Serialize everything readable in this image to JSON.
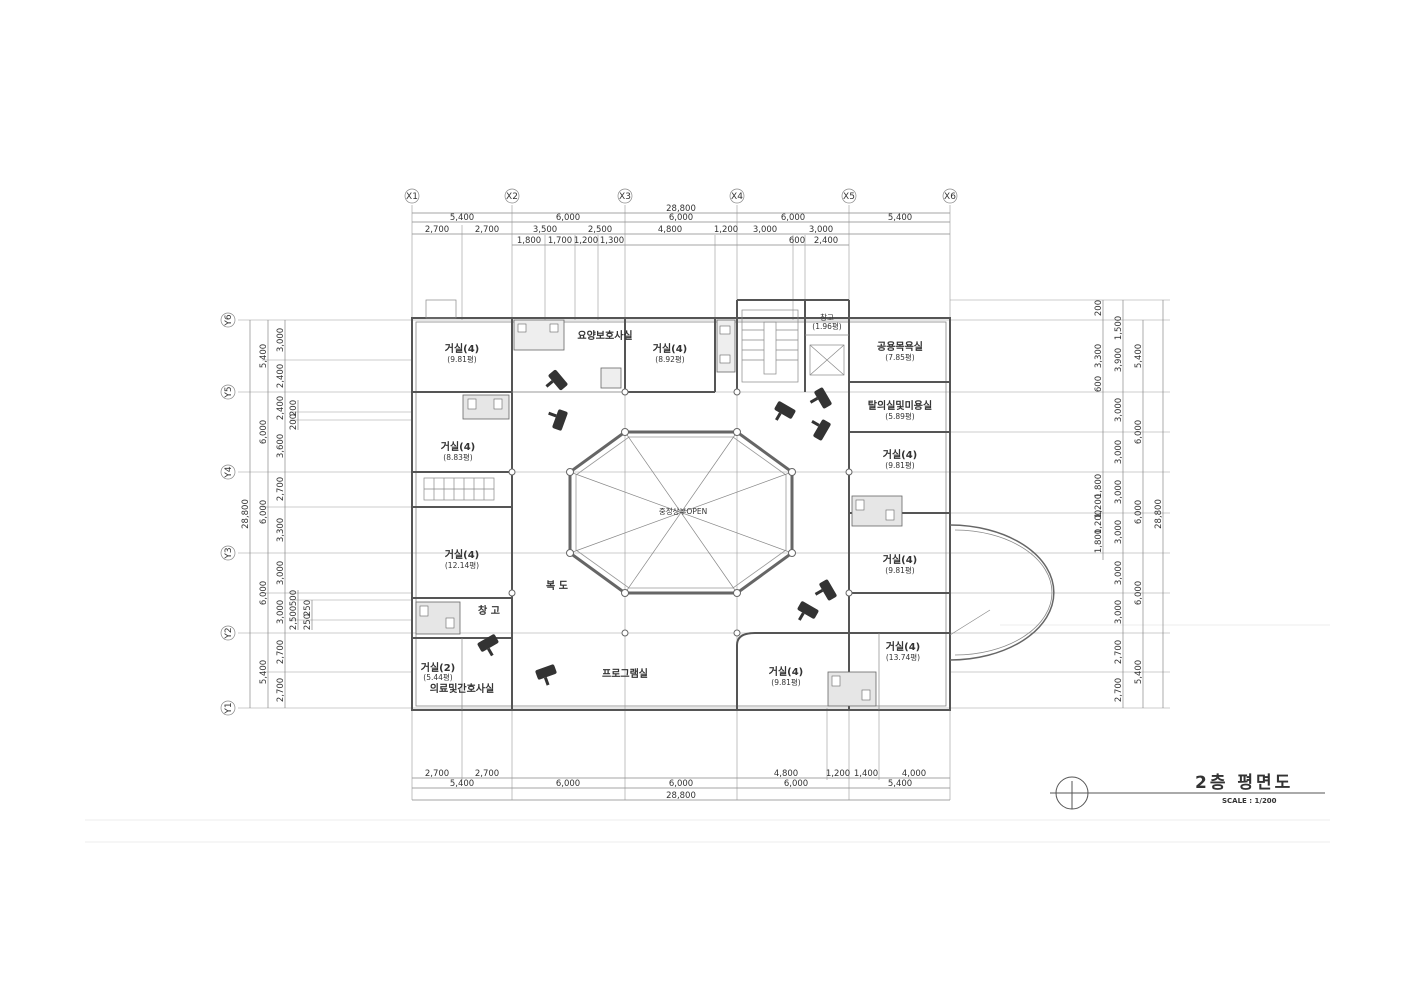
{
  "drawing": {
    "title": "2층 평면도",
    "scale": "SCALE : 1/200"
  },
  "grid": {
    "x_labels": [
      "X1",
      "X2",
      "X3",
      "X4",
      "X5",
      "X6"
    ],
    "y_labels": [
      "Y6",
      "Y5",
      "Y4",
      "Y3",
      "Y2",
      "Y1"
    ]
  },
  "dimensions": {
    "top_total": "28,800",
    "top_row1": [
      "5,400",
      "6,000",
      "6,000",
      "6,000",
      "5,400"
    ],
    "top_row2": [
      "2,700",
      "2,700",
      "3,500",
      "2,500",
      "4,800",
      "1,200",
      "3,000",
      "3,000"
    ],
    "top_row3": [
      "1,800",
      "1,700",
      "1,200",
      "1,300",
      "600",
      "2,400"
    ],
    "bottom_row1": [
      "2,700",
      "2,700",
      "4,800",
      "1,200",
      "1,400",
      "4,000"
    ],
    "bottom_row2": [
      "5,400",
      "6,000",
      "6,000",
      "6,000",
      "5,400"
    ],
    "bottom_total": "28,800",
    "left_total": "28,800",
    "left_row1": [
      "5,400",
      "6,000",
      "6,000",
      "6,000",
      "5,400"
    ],
    "left_row2": [
      "3,000",
      "2,400",
      "2,400",
      "3,600",
      "2,700",
      "3,300",
      "3,000",
      "3,000",
      "2,700",
      "2,700"
    ],
    "left_row3": [
      "200",
      "200",
      "500",
      "2,500",
      "250",
      "250"
    ],
    "right_total": "28,800",
    "right_row1": [
      "5,400",
      "6,000",
      "6,000",
      "6,000",
      "5,400"
    ],
    "right_row2": [
      "1,500",
      "3,900",
      "3,000",
      "3,000",
      "3,000",
      "3,000",
      "3,000",
      "3,000",
      "2,700",
      "2,700"
    ],
    "right_row3": [
      "200",
      "3,300",
      "600",
      "1,800",
      "1,200",
      "1,200",
      "1,800"
    ]
  },
  "rooms": {
    "r1": {
      "name": "거실(4)",
      "area": "(9.81평)"
    },
    "r2": {
      "name": "요양보호사실"
    },
    "r3": {
      "name": "거실(4)",
      "area": "(8.92평)"
    },
    "r4": {
      "name": "창고",
      "area": "(1.96평)"
    },
    "r5": {
      "name": "공용목욕실",
      "area": "(7.85평)"
    },
    "r6": {
      "name": "탈의실및미용실",
      "area": "(5.89평)"
    },
    "r7": {
      "name": "거실(4)",
      "area": "(8.83평)"
    },
    "r8": {
      "name": "거실(4)",
      "area": "(9.81평)"
    },
    "r9": {
      "name": "중정상부OPEN"
    },
    "r10": {
      "name": "거실(4)",
      "area": "(12.14평)"
    },
    "r11": {
      "name": "복 도"
    },
    "r12": {
      "name": "거실(4)",
      "area": "(9.81평)"
    },
    "r13": {
      "name": "창 고"
    },
    "r14": {
      "name": "거실(4)",
      "area": "(13.74평)"
    },
    "r15": {
      "name": "거실(2)",
      "area": "(5.44평)"
    },
    "r16": {
      "name": "의료및간호사실"
    },
    "r17": {
      "name": "프로그램실"
    },
    "r18": {
      "name": "거실(4)",
      "area": "(9.81평)"
    }
  },
  "icons": [
    "cctv-camera-icon",
    "toilet-icon",
    "stair-icon",
    "elevator-icon",
    "north-arrow-icon"
  ]
}
